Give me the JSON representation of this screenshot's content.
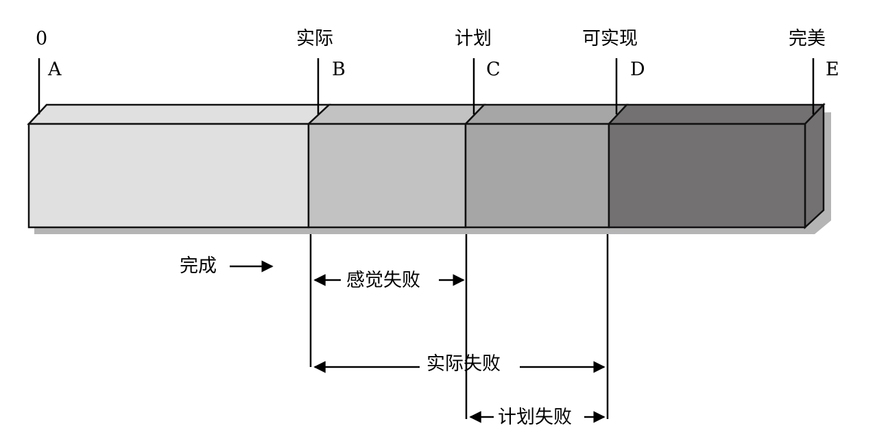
{
  "stages": [
    {
      "top": "0",
      "letter": "A"
    },
    {
      "top": "实际",
      "letter": "B"
    },
    {
      "top": "计划",
      "letter": "C"
    },
    {
      "top": "可实现",
      "letter": "D"
    },
    {
      "top": "完美",
      "letter": "E"
    }
  ],
  "annotations": {
    "completion": "完成",
    "perceived_failure": "感觉失败",
    "actual_failure": "实际失败",
    "planned_failure": "计划失败"
  },
  "colors": {
    "segment_1": "#e0e0e0",
    "segment_2": "#c2c2c2",
    "segment_3": "#a6a6a6",
    "segment_4": "#737172",
    "shadow": "#b4b4b4",
    "stroke": "#111111"
  }
}
